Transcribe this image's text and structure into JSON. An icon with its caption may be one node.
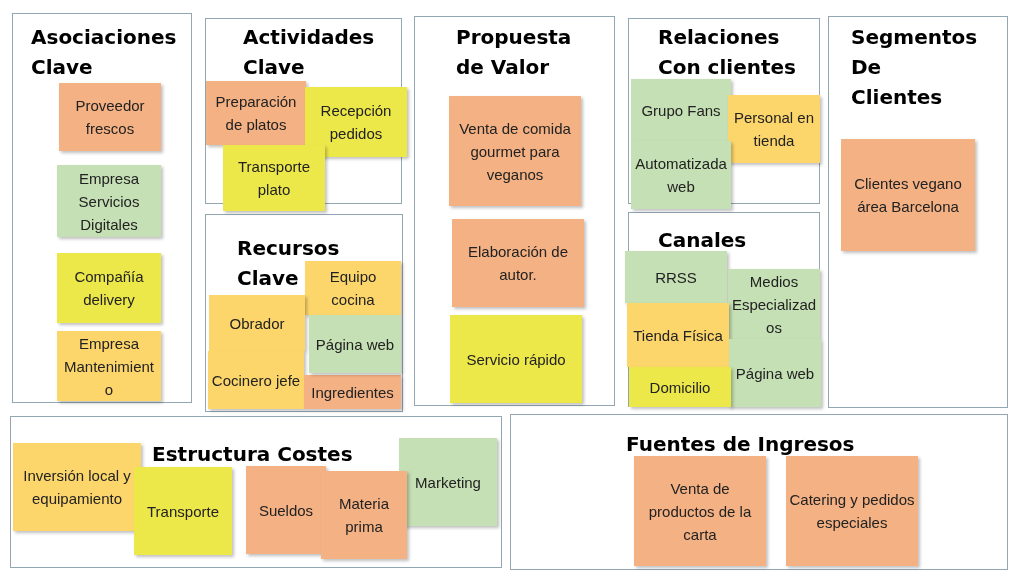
{
  "diagram": {
    "nodes": [
      {
        "text": [
          "Asociaciones Clave"
        ]
      },
      {
        "text": [
          "Proveedor frescos"
        ],
        "in": 0
      },
      {
        "text": [
          "Empresa Servicios Digitales"
        ],
        "in": 0
      },
      {
        "text": [
          "Compañía delivery"
        ],
        "in": 0
      },
      {
        "text": [
          "Empresa Mantenimiento"
        ],
        "in": 0
      },
      {
        "text": [
          "Actividades Clave"
        ]
      },
      {
        "text": [
          "Preparación de platos"
        ],
        "in": 5
      },
      {
        "text": [
          "Recepción pedidos"
        ],
        "in": 5
      },
      {
        "text": [
          "Transporte plato"
        ],
        "in": 5
      },
      {
        "text": [
          "Recursos Clave"
        ]
      },
      {
        "text": [
          "Equipo cocina"
        ],
        "in": 9
      },
      {
        "text": [
          "Obrador"
        ],
        "in": 9
      },
      {
        "text": [
          "Página web"
        ],
        "in": 9
      },
      {
        "text": [
          "Cocinero jefe"
        ],
        "in": 9
      },
      {
        "text": [
          "Ingredientes"
        ],
        "in": 9
      },
      {
        "text": [
          "Propuesta de Valor"
        ]
      },
      {
        "text": [
          "Venta de comida gourmet para veganos"
        ],
        "in": 15
      },
      {
        "text": [
          "Elaboración de autor."
        ],
        "in": 15
      },
      {
        "text": [
          "Servicio rápido"
        ],
        "in": 15
      },
      {
        "text": [
          "Relaciones Con clientes"
        ]
      },
      {
        "text": [
          "Grupo Fans"
        ],
        "in": 19
      },
      {
        "text": [
          "Personal en tienda"
        ],
        "in": 19
      },
      {
        "text": [
          "Automatizada web"
        ],
        "in": 19
      },
      {
        "text": [
          "Canales"
        ]
      },
      {
        "text": [
          "RRSS"
        ],
        "in": 23
      },
      {
        "text": [
          "Medios Especializados"
        ],
        "in": 23
      },
      {
        "text": [
          "Tienda Física"
        ],
        "in": 23
      },
      {
        "text": [
          "Página web"
        ],
        "in": 23
      },
      {
        "text": [
          "Domicilio"
        ],
        "in": 23
      },
      {
        "text": [
          "Segmentos De Clientes"
        ]
      },
      {
        "text": [
          "Clientes vegano área Barcelona"
        ],
        "in": 29
      },
      {
        "text": [
          "Estructura Costes"
        ]
      },
      {
        "text": [
          "Inversión local y equipamiento"
        ],
        "in": 31
      },
      {
        "text": [
          "Transporte"
        ],
        "in": 31
      },
      {
        "text": [
          "Sueldos"
        ],
        "in": 31
      },
      {
        "text": [
          "Materia prima"
        ],
        "in": 31
      },
      {
        "text": [
          "Marketing"
        ],
        "in": 31
      },
      {
        "text": [
          "Fuentes de Ingresos"
        ]
      },
      {
        "text": [
          "Venta de productos de la carta"
        ],
        "in": 37
      },
      {
        "text": [
          "Catering y pedidos especiales"
        ],
        "in": 37
      }
    ]
  }
}
